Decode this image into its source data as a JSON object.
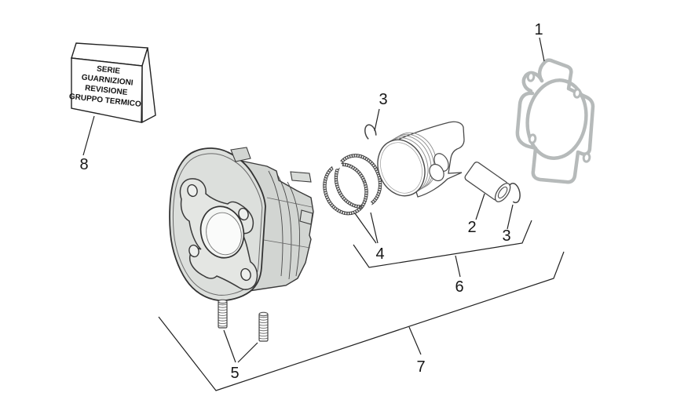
{
  "diagram": {
    "type": "exploded-parts-diagram",
    "tag_label": {
      "lines": [
        "SERIE",
        "GUARNIZIONI",
        "REVISIONE",
        "GRUPPO TERMICO"
      ]
    },
    "callouts": [
      {
        "number": "1"
      },
      {
        "number": "2"
      },
      {
        "number": "3"
      },
      {
        "number": "3"
      },
      {
        "number": "4"
      },
      {
        "number": "5"
      },
      {
        "number": "6"
      },
      {
        "number": "7"
      },
      {
        "number": "8"
      }
    ],
    "colors": {
      "background": "#ffffff",
      "line": "#2b2b2b",
      "gasket_gray": "#b6baba",
      "metal_light": "#dcdfdc",
      "metal_mid": "#d2d5d2",
      "face_light": "#e4e6e3"
    }
  }
}
